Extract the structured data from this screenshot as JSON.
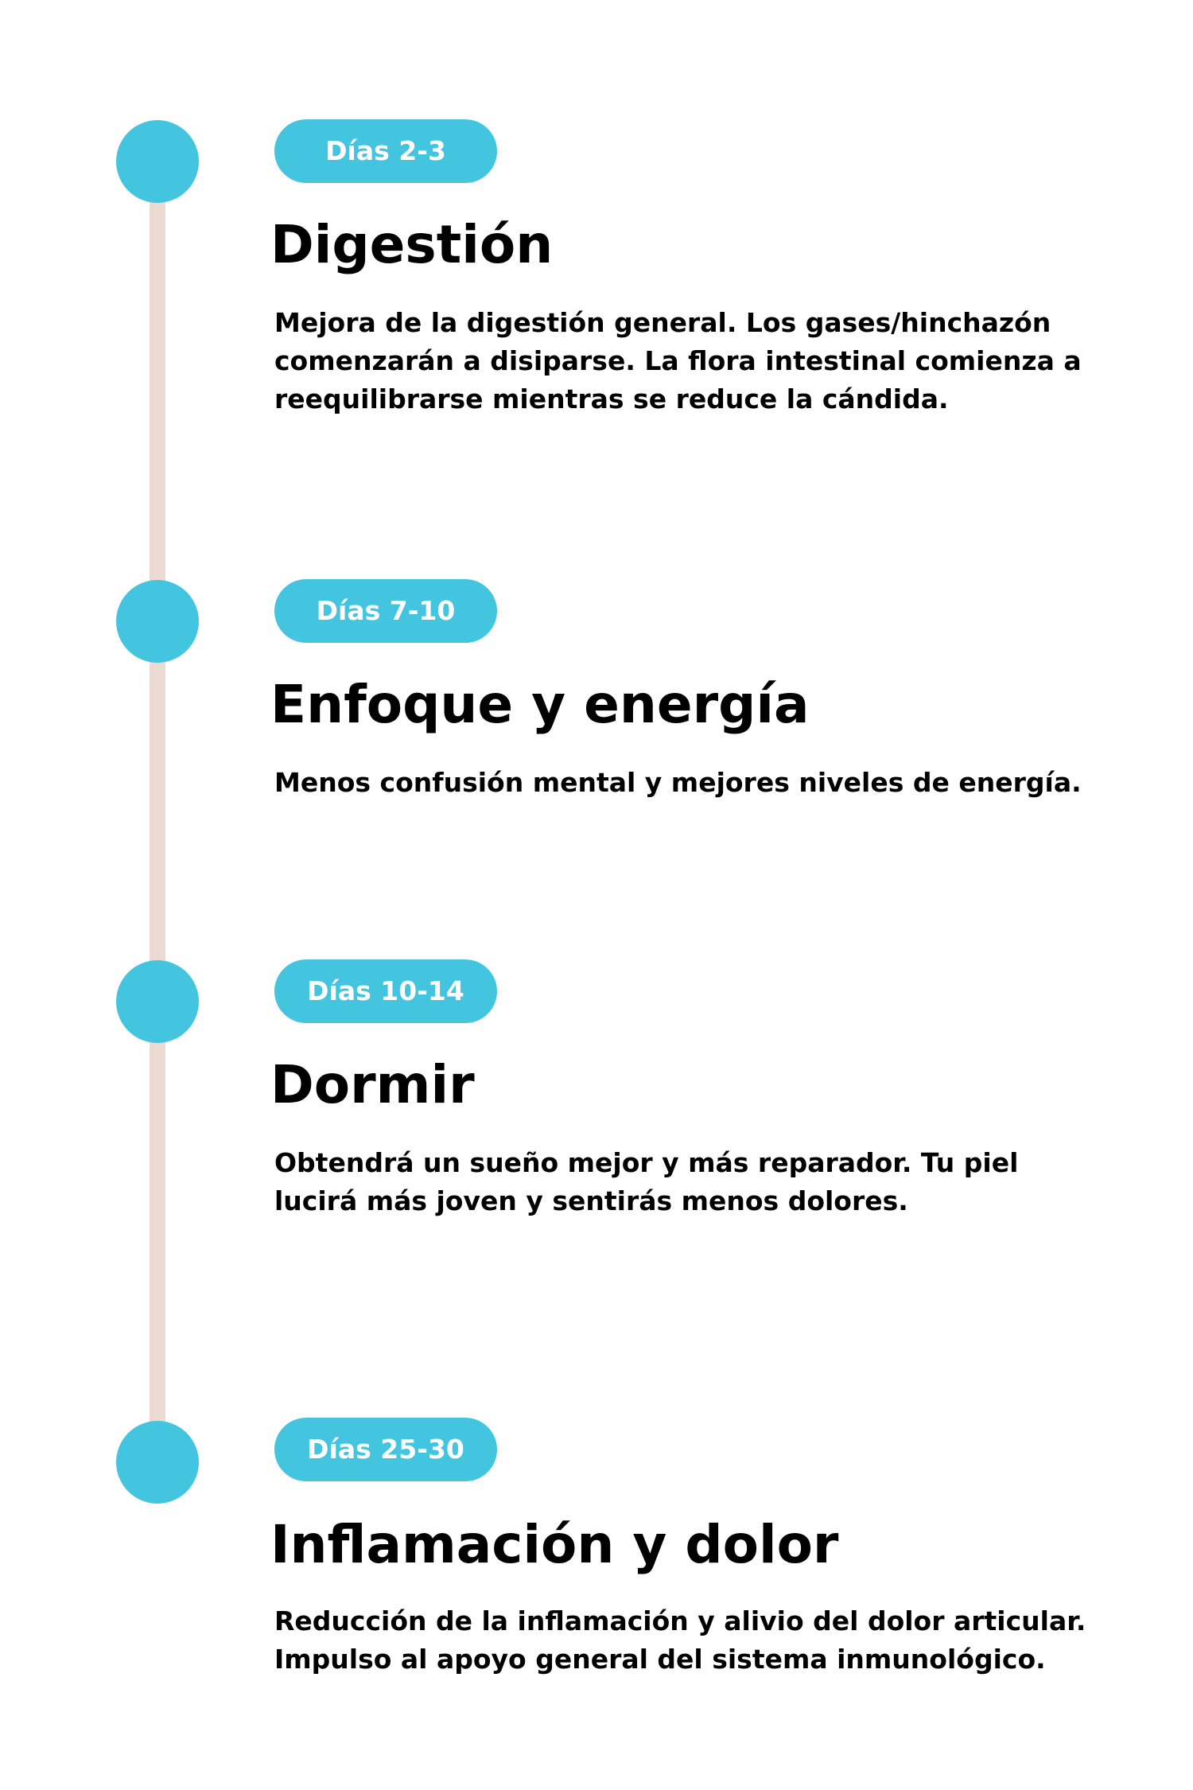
{
  "milestones": [
    {
      "days": "Días 2-3",
      "title": "Digestión",
      "description": "Mejora de la digestión general. Los gases/hinchazón comenzarán a disiparse. La flora intestinal comienza a reequilibrarse mientras se reduce la cándida."
    },
    {
      "days": "Días 7-10",
      "title": "Enfoque y energía",
      "description": "Menos confusión mental y mejores niveles de energía."
    },
    {
      "days": "Días 10-14",
      "title": "Dormir",
      "description": "Obtendrá un sueño mejor y más reparador. Tu piel lucirá más joven y sentirás menos dolores."
    },
    {
      "days": "Días 25-30",
      "title": "Inflamación y dolor",
      "description": "Reducción de la inflamación y alivio del dolor articular. Impulso al apoyo general del sistema inmunológico."
    }
  ],
  "colors": {
    "accent": "#43c4df",
    "line": "#eadad2",
    "text": "#000000",
    "background": "#ffffff"
  }
}
